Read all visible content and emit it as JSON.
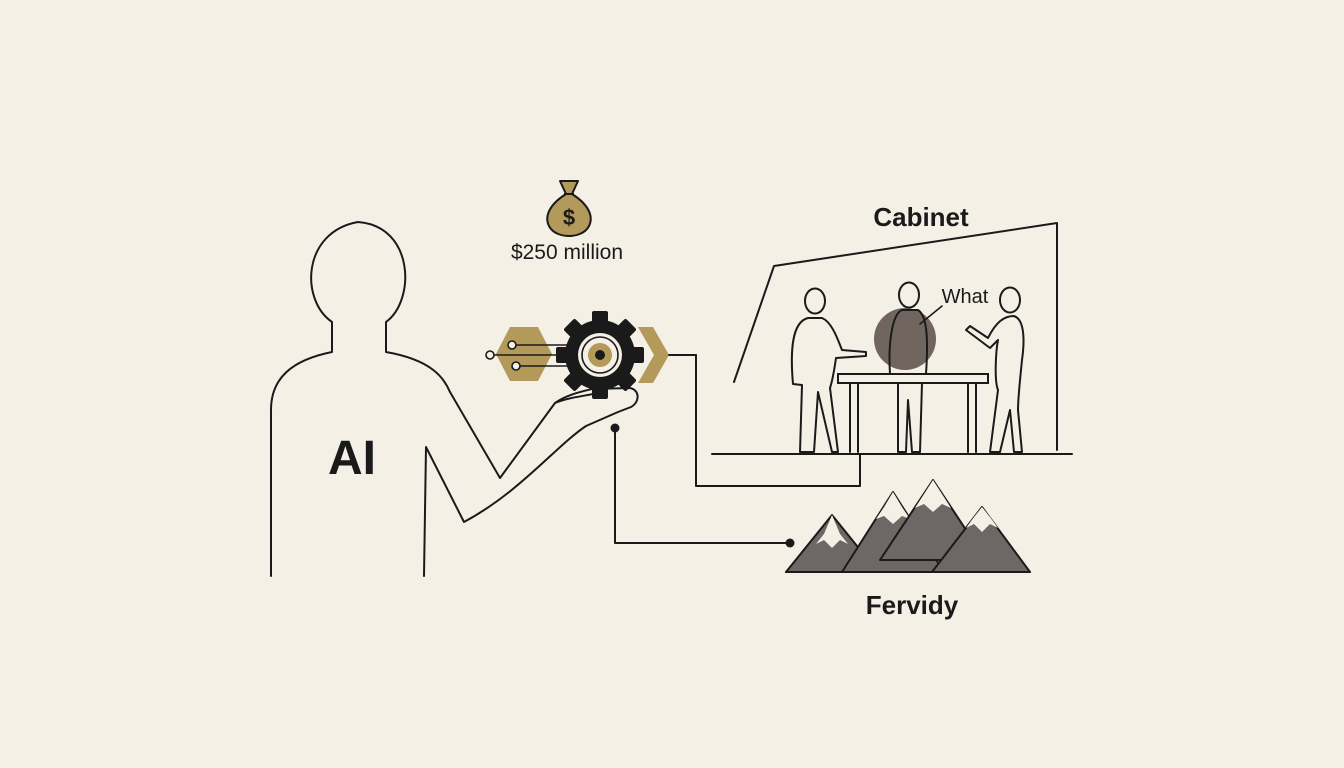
{
  "figure": {
    "ai_label": "AI",
    "money_label": "$250 million",
    "money_symbol": "$",
    "cabinet_label": "Cabinet",
    "speech_label": "What",
    "mountain_label": "Fervidy"
  },
  "colors": {
    "background": "#f4f0e6",
    "line": "#1a1a1a",
    "gold": "#b39a5a",
    "mountain": "#6e6766",
    "highlight": "#4b3e3a"
  },
  "icons": [
    "money-bag-icon",
    "gear-icon",
    "hexagon-icon",
    "chevron-icon",
    "mountain-icon"
  ]
}
